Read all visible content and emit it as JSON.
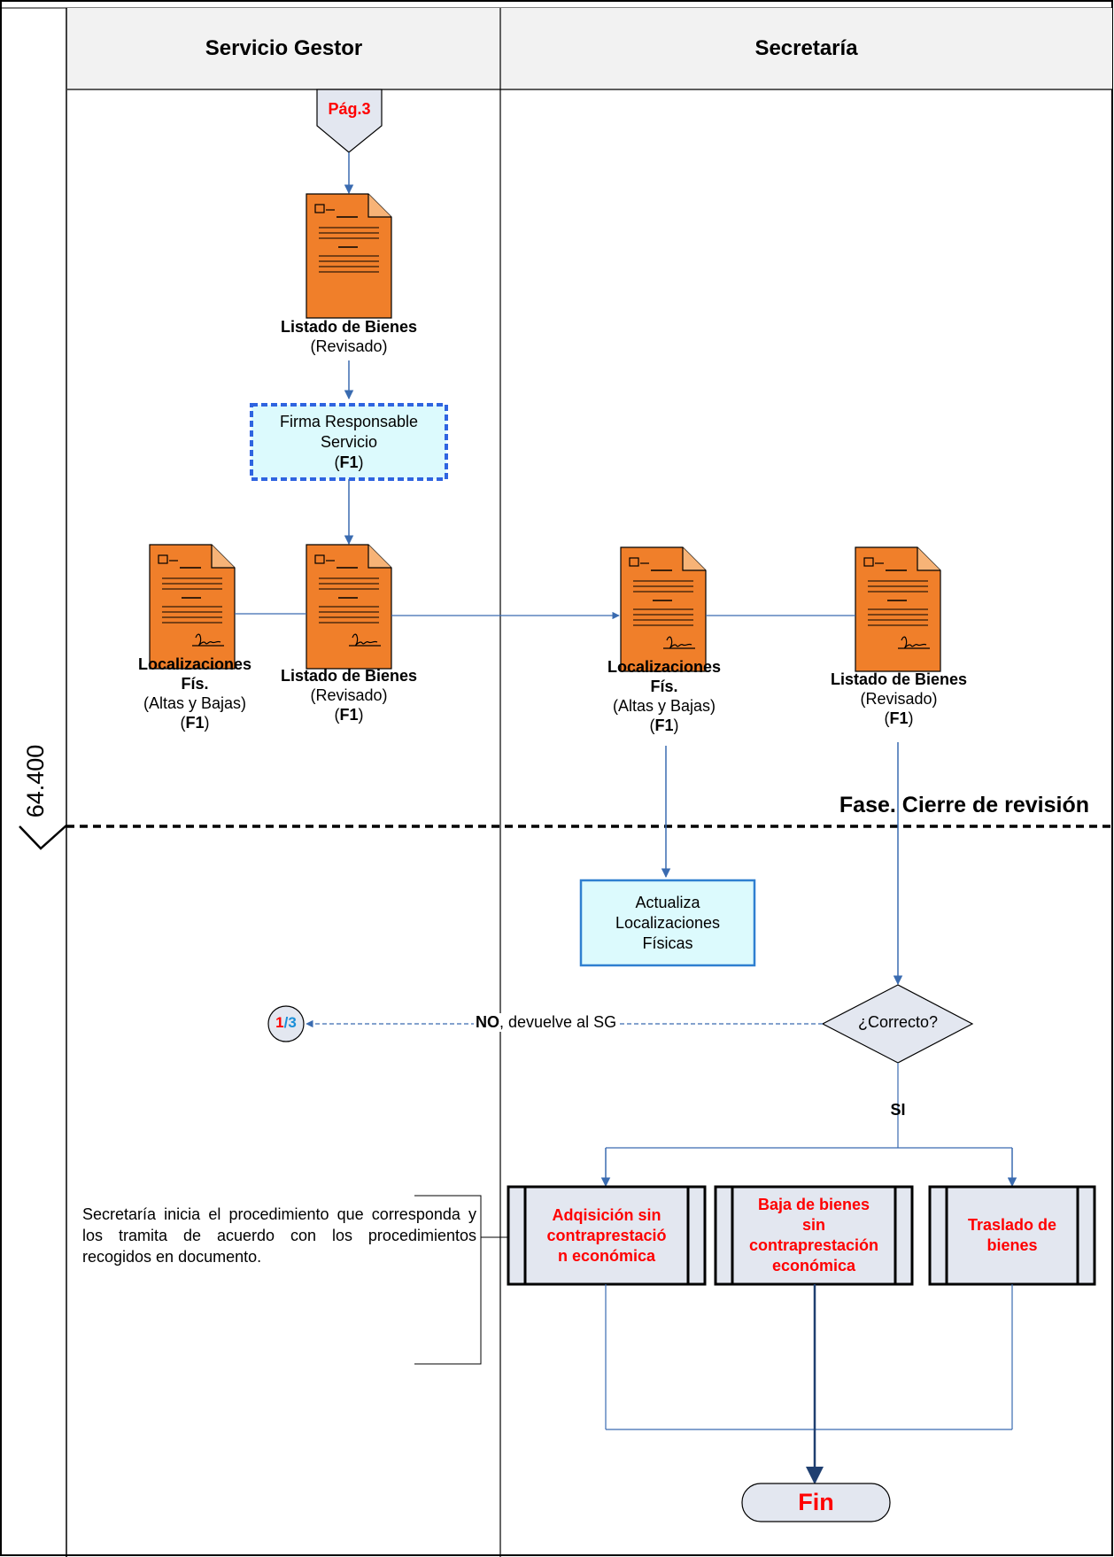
{
  "lanes": {
    "left_title": "Servicio Gestor",
    "right_title": "Secretaría"
  },
  "page_code": "64.400",
  "phase_label": "Fase. Cierre de revisión",
  "connector_page": "Pág.3",
  "doc1": {
    "title": "Listado de Bienes",
    "sub": "(Revisado)"
  },
  "firma": {
    "line1": "Firma Responsable",
    "line2": "Servicio",
    "code": "F1"
  },
  "doc_loc_left": {
    "title1": "Localizaciones",
    "title2": "Fís.",
    "sub": "(Altas y Bajas)",
    "code": "F1"
  },
  "doc_list_left": {
    "title": "Listado de Bienes",
    "sub": "(Revisado)",
    "code": "F1"
  },
  "doc_loc_right": {
    "title1": "Localizaciones",
    "title2": "Fís.",
    "sub": "(Altas y Bajas)",
    "code": "F1"
  },
  "doc_list_right": {
    "title": "Listado de Bienes",
    "sub": "(Revisado)",
    "code": "F1"
  },
  "actualiza": {
    "line1": "Actualiza",
    "line2": "Localizaciones",
    "line3": "Físicas"
  },
  "decision": {
    "label": "¿Correcto?"
  },
  "no_branch": {
    "bold": "NO",
    "rest": ", devuelve al SG"
  },
  "si_label": "SI",
  "offpage": {
    "num": "1",
    "sep": "/",
    "den": "3"
  },
  "subprocesses": [
    {
      "l1": "Adqisición sin",
      "l2": "contraprestació",
      "l3": "n económica"
    },
    {
      "l1": "Baja de bienes",
      "l2": "sin",
      "l3": "contraprestación",
      "l4": "económica"
    },
    {
      "l1": "Traslado de",
      "l2": "bienes"
    }
  ],
  "note": "Secretaría inicia el procedimiento que corresponda y los tramita de acuerdo con los procedimientos recogidos en documento.",
  "end_label": "Fin",
  "colors": {
    "doc_fill": "#f07f2a",
    "process_fill": "#dcfafd",
    "process_border": "#2f7fd0",
    "connector_fill": "#e3e7f0",
    "arrow": "#3a6bb0",
    "end_text": "#ff0000"
  }
}
